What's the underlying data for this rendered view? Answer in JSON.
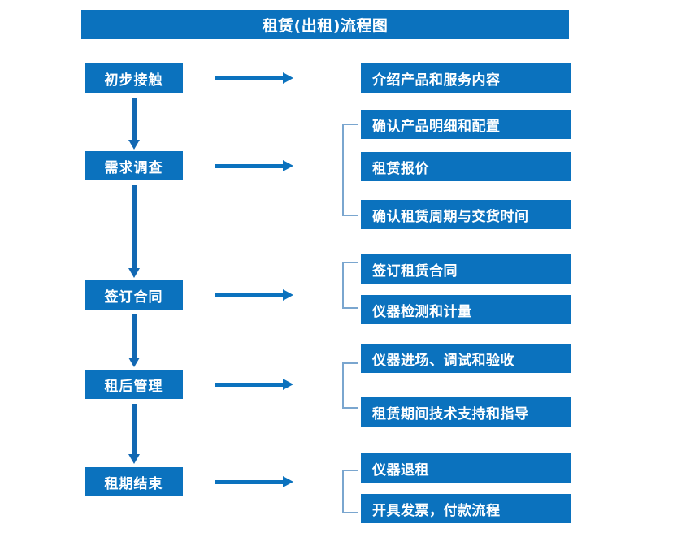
{
  "diagram": {
    "title": "租赁(出租)流程图",
    "colors": {
      "box_blue": "#0b72be",
      "arrow_blue": "#1268b3",
      "bracket_blue": "#7aa6cf",
      "text_white": "#ffffff",
      "background": "#ffffff"
    },
    "stages": [
      {
        "label": "初步接触"
      },
      {
        "label": "需求调查"
      },
      {
        "label": "签订合同"
      },
      {
        "label": "租后管理"
      },
      {
        "label": "租期结束"
      }
    ],
    "details": [
      {
        "label": "介绍产品和服务内容"
      },
      {
        "label": "确认产品明细和配置"
      },
      {
        "label": "租赁报价"
      },
      {
        "label": "确认租赁周期与交货时间"
      },
      {
        "label": "签订租赁合同"
      },
      {
        "label": "仪器检测和计量"
      },
      {
        "label": "仪器进场、调试和验收"
      },
      {
        "label": "租赁期间技术支持和指导"
      },
      {
        "label": "仪器退租"
      },
      {
        "label": "开具发票，付款流程"
      }
    ],
    "connectors": {
      "horizontal_arrow_count": 5,
      "vertical_arrow_count": 4,
      "bracket_count": 4
    }
  }
}
